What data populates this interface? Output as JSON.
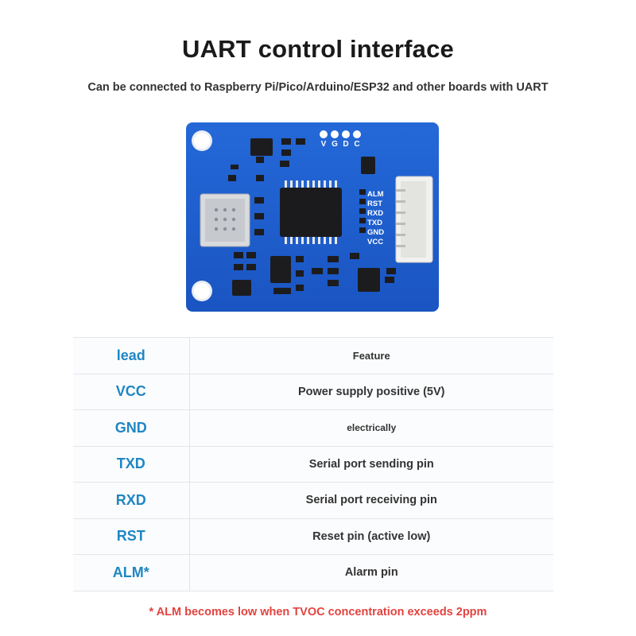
{
  "title": "UART control interface",
  "subtitle": "Can be connected to Raspberry Pi/Pico/Arduino/ESP32 and other boards with UART",
  "board": {
    "top_pins": [
      "V",
      "G",
      "D",
      "C"
    ],
    "side_labels": [
      "ALM",
      "RST",
      "RXD",
      "TXD",
      "GND",
      "VCC"
    ]
  },
  "table": {
    "header": {
      "lead": "lead",
      "feature": "Feature"
    },
    "rows": [
      {
        "lead": "VCC",
        "feature": "Power supply positive (5V)"
      },
      {
        "lead": "GND",
        "feature": "electrically"
      },
      {
        "lead": "TXD",
        "feature": "Serial port sending pin"
      },
      {
        "lead": "RXD",
        "feature": "Serial port receiving pin"
      },
      {
        "lead": "RST",
        "feature": "Reset pin (active low)"
      },
      {
        "lead": "ALM*",
        "feature": "Alarm pin"
      }
    ]
  },
  "note": "* ALM becomes low when TVOC concentration exceeds 2ppm",
  "colors": {
    "pcb": "#1c5fd0",
    "lead_text": "#1f86c4",
    "note_text": "#e2433f"
  }
}
